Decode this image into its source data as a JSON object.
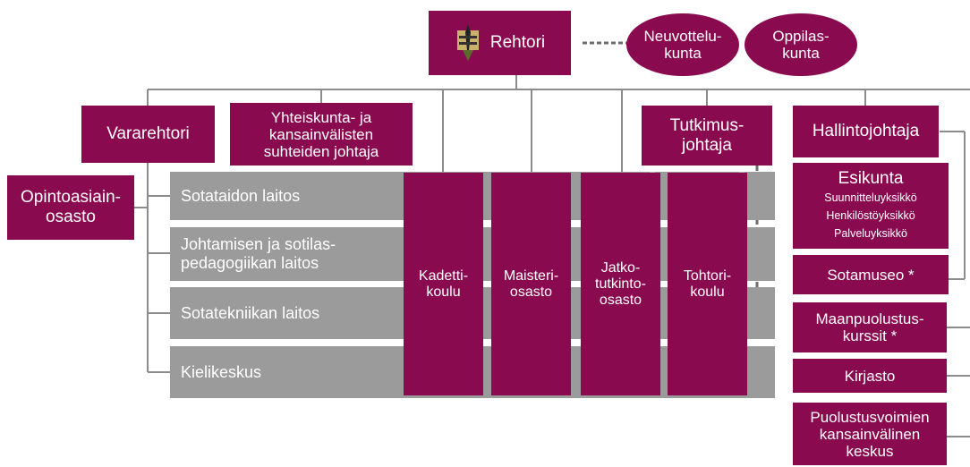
{
  "top": {
    "rector": "Rehtori",
    "council": "Neuvottelu-\nkunta",
    "student_union": "Oppilas-\nkunta"
  },
  "second_row": {
    "vice_rector": "Vararehtori",
    "social_relations": "Yhteiskunta- ja\nkansainvälisten\nsuhteiden johtaja",
    "research_director": "Tutkimus-\njohtaja",
    "admin_director": "Hallintojohtaja"
  },
  "study_office": "Opintoasiain-\nosasto",
  "departments": [
    "Sotataidon laitos",
    "Johtamisen ja sotilas-\npedagogiikan laitos",
    "Sotatekniikan laitos",
    "Kielikeskus"
  ],
  "schools": [
    "Kadetti-\nkoulu",
    "Maisteri-\nosasto",
    "Jatko-\ntutkinto-\nosasto",
    "Tohtori-\nkoulu"
  ],
  "admin_units": {
    "staff": {
      "title": "Esikunta",
      "units": [
        "Suunnitteluyksikkö",
        "Henkilöstöyksikkö",
        "Palveluyksikkö"
      ]
    },
    "museum": "Sotamuseo *",
    "defence_courses": "Maanpuolustus-\nkurssit *",
    "library": "Kirjasto",
    "international_centre": "Puolustusvoimien\nkansainvälinen\nkeskus"
  },
  "colors": {
    "box": "#8a0a4f",
    "department": "#9b9b9b",
    "line": "#8c8c8c"
  },
  "icons": [
    "emblem-icon"
  ]
}
